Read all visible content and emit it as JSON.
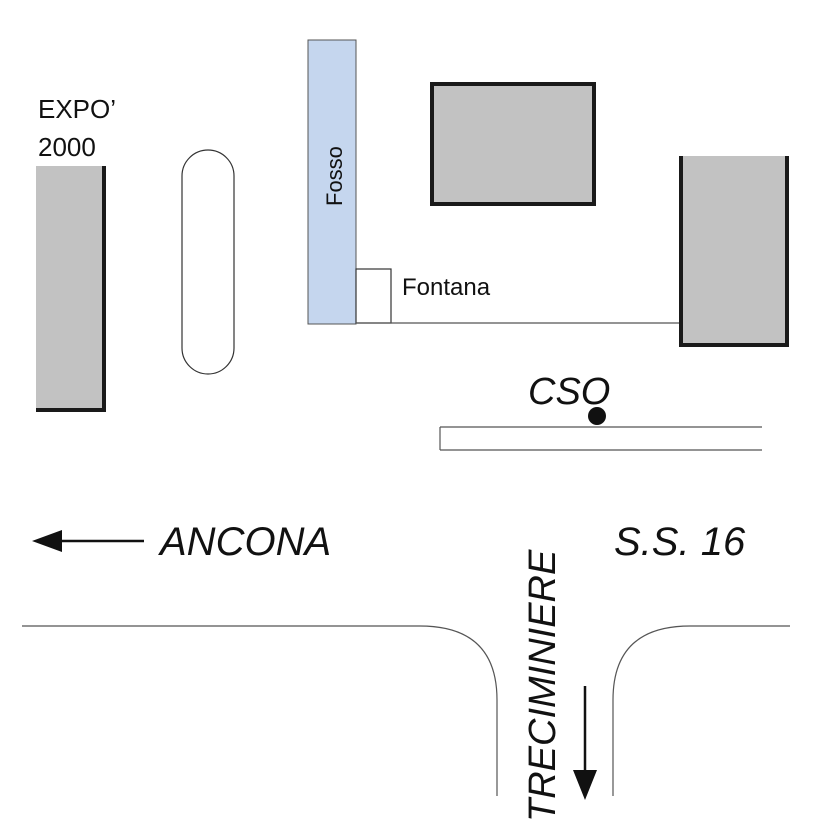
{
  "labels": {
    "expo_line1": "EXPO’",
    "expo_line2": "2000",
    "fosso": "Fosso",
    "fontana": "Fontana",
    "cso": "CSO",
    "ancona": "ANCONA",
    "ss16": "S.S. 16",
    "treciminiere": "TRECIMINIERE"
  },
  "colors": {
    "building_fill": "#c2c2c2",
    "building_edge": "#1a1a1a",
    "water": "#c5d6ee",
    "road_line": "#555555",
    "text": "#111111"
  },
  "icons": {
    "direction_west": "arrow-left-icon",
    "direction_south": "arrow-down-icon",
    "cso_point": "dot-marker-icon"
  }
}
